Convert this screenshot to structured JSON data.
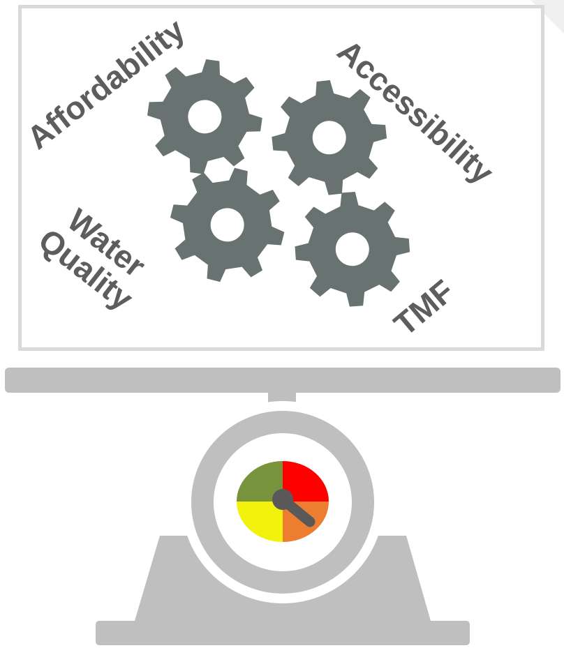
{
  "labels": {
    "affordability": "Affordability",
    "accessibility": "Accessibility",
    "water_line1": "Water",
    "water_line2": "Quality",
    "tmf": "TMF"
  },
  "icons": {
    "gear": "gear-icon",
    "scale": "scale-icon",
    "gauge": "gauge-icon"
  },
  "colors": {
    "gear": "#687271",
    "frame_border": "#d9d9d9",
    "scale": "#bfbfbf",
    "label_text": "#5d5d5d",
    "gauge_red": "#fe0000",
    "gauge_green": "#77933c",
    "gauge_yellow": "#f2f20d",
    "gauge_orange": "#ed7d31",
    "gauge_needle": "#595959"
  }
}
